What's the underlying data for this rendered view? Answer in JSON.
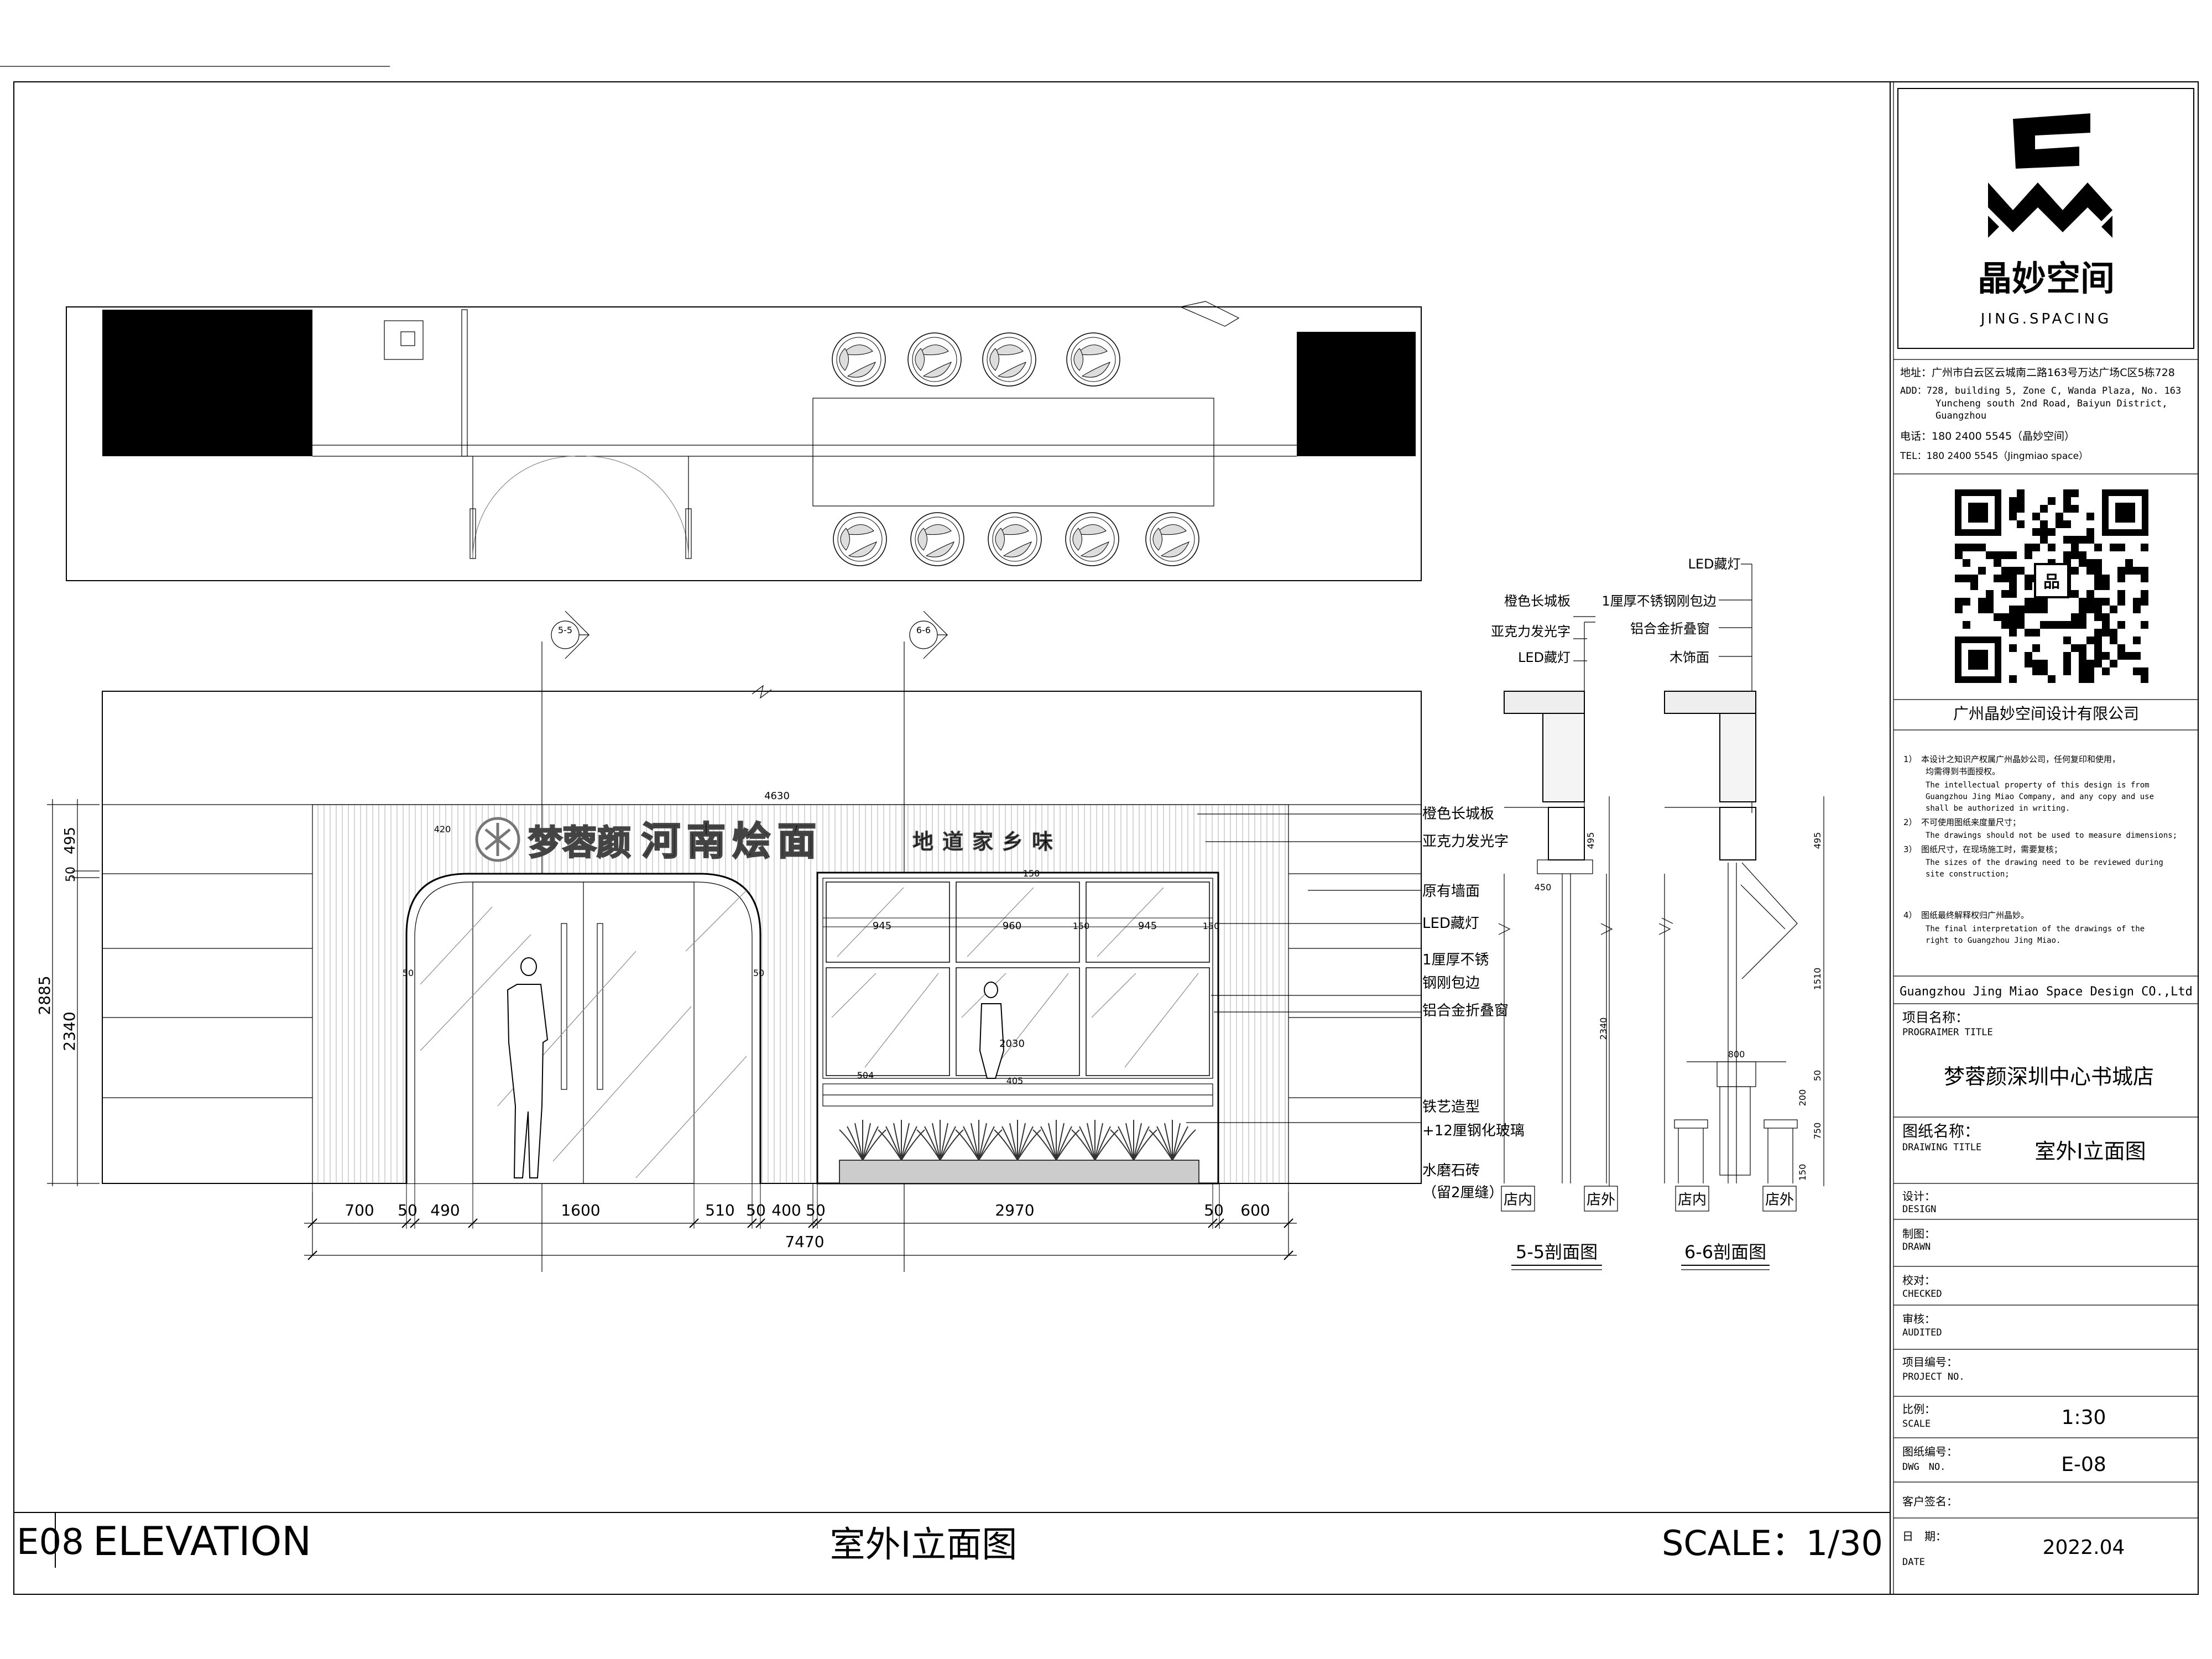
{
  "company": {
    "logo_cn": "晶妙空间",
    "logo_en": "JING.SPACING",
    "address_cn": "地址：广州市白云区云城南二路163号万达广场C区5栋728",
    "address_en_1": "ADD：728, building 5, Zone C, Wanda Plaza, No. 163",
    "address_en_2": "Yuncheng south 2nd Road, Baiyun District,",
    "address_en_3": "Guangzhou",
    "phone_cn": "电话：180 2400 5545（晶妙空间）",
    "phone_en": "TEL：180 2400 5545（Jingmiao space）",
    "name_cn": "广州晶妙空间设计有限公司",
    "name_en": "Guangzhou Jing Miao Space Design CO.,Ltd"
  },
  "notes": [
    "1）　本设计之知识产权属广州晶妙公司，任何复印和使用，",
    "均需得到书面授权。",
    "The intellectual property of this design is from",
    "Guangzhou Jing Miao Company, and any copy and use",
    "shall be authorized in writing.",
    "2）　不可使用图纸来度量尺寸；",
    "The drawings should not be used to measure dimensions;",
    "3）　图纸尺寸，在现场施工时，需要复核；",
    "The sizes of the drawing need to be reviewed during",
    "site construction;",
    "4）　图纸最终解释权归广州晶妙。",
    "The final interpretation of the drawings of the",
    "right to Guangzhou Jing Miao."
  ],
  "title_block": {
    "project_label_cn": "项目名称：",
    "project_label_en": "PROGRAIMER TITLE",
    "project_value": "梦蓉颜深圳中心书城店",
    "drawing_label_cn": "图纸名称：",
    "drawing_label_en": "DRAIWING TITLE",
    "drawing_value": "室外Ⅰ立面图",
    "design_cn": "设计：",
    "design_en": "DESIGN",
    "drawn_cn": "制图：",
    "drawn_en": "DRAWN",
    "checked_cn": "校对：",
    "checked_en": "CHECKED",
    "audited_cn": "审核：",
    "audited_en": "AUDITED",
    "projno_cn": "项目编号：",
    "projno_en": "PROJECT NO.",
    "scale_cn": "比例：",
    "scale_en": "SCALE",
    "scale_value": "1:30",
    "dwgno_cn": "图纸编号：",
    "dwgno_en": "DWG　NO.",
    "dwgno_value": "E-08",
    "client_cn": "客户签名：",
    "date_cn": "日　期：",
    "date_en": "DATE",
    "date_value": "2022.04"
  },
  "footer": {
    "code": "E08",
    "label": "ELEVATION",
    "title": "室外Ⅰ立面图",
    "scale": "SCALE：1/30"
  },
  "signage": {
    "brand": "梦蓉颜",
    "main": "河南烩面",
    "sub": "地道家乡味"
  },
  "elevation": {
    "callouts": [
      "橙色长城板",
      "亚克力发光字",
      "原有墙面",
      "LED藏灯",
      "1厘厚不锈",
      "钢刚包边",
      "铝合金折叠窗",
      "铁艺造型",
      "+12厘钢化玻璃",
      "水磨石砖",
      "（留2厘缝）"
    ],
    "dims_bottom": [
      "700",
      "50",
      "490",
      "1600",
      "510",
      "50",
      "400",
      "50",
      "2970",
      "50",
      "600"
    ],
    "dim_total": "7470",
    "dims_left": [
      "495",
      "50",
      "2885",
      "2340"
    ],
    "small_dims": [
      "4630",
      "945",
      "960",
      "945",
      "150",
      "150",
      "2030",
      "50",
      "50",
      "150",
      "504",
      "405",
      "420"
    ]
  },
  "sections": {
    "s55_callouts": [
      "橙色长城板",
      "亚克力发光字",
      "LED藏灯"
    ],
    "s66_callouts": [
      "LED藏灯",
      "1厘厚不锈钢刚包边",
      "铝合金折叠窗",
      "木饰面"
    ],
    "s55_title": "5-5剖面图",
    "s66_title": "6-6剖面图",
    "inside": "店内",
    "outside": "店外",
    "tag_55": "5-5",
    "tag_66": "6-6",
    "dims_55": [
      "450",
      "495",
      "2340"
    ],
    "dims_66": [
      "495",
      "1510",
      "800",
      "50",
      "200",
      "750",
      "150"
    ]
  }
}
